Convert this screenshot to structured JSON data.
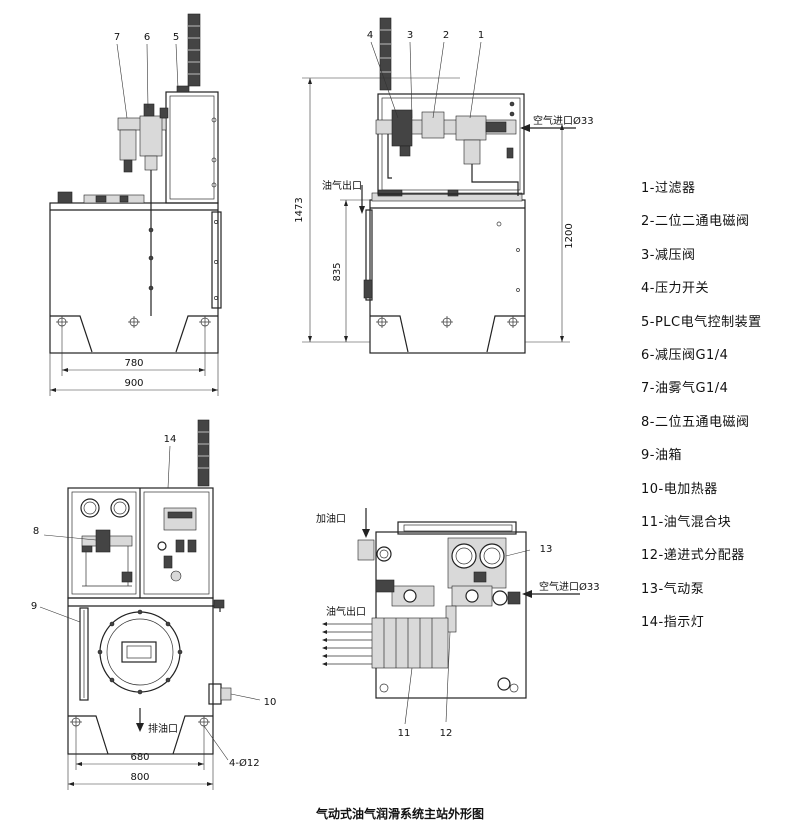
{
  "legend": [
    "1-过滤器",
    "2-二位二通电磁阀",
    "3-减压阀",
    "4-压力开关",
    "5-PLC电气控制装置",
    "6-减压阀G1/4",
    "7-油雾气G1/4",
    "8-二位五通电磁阀",
    "9-油箱",
    "10-电加热器",
    "11-油气混合块",
    "12-递进式分配器",
    "13-气动泵",
    "14-指示灯"
  ],
  "callouts": {
    "c1": "1",
    "c2": "2",
    "c3": "3",
    "c4": "4",
    "c5": "5",
    "c6": "6",
    "c7": "7",
    "c8": "8",
    "c9": "9",
    "c10": "10",
    "c11": "11",
    "c12": "12",
    "c13": "13",
    "c14": "14"
  },
  "dimensions": {
    "w780": "780",
    "w900": "900",
    "h1473": "1473",
    "h835": "835",
    "h1200": "1200",
    "w680": "680",
    "w800": "800",
    "holes": "4-Ø12"
  },
  "labels": {
    "air_inlet_top": "空气进口Ø33",
    "oil_air_out_top": "油气出口",
    "oil_fill": "加油口",
    "air_inlet_bottom": "空气进口Ø33",
    "oil_air_out_bottom": "油气出口",
    "oil_drain": "排油口"
  },
  "caption": "气动式油气润滑系统主站外形图"
}
